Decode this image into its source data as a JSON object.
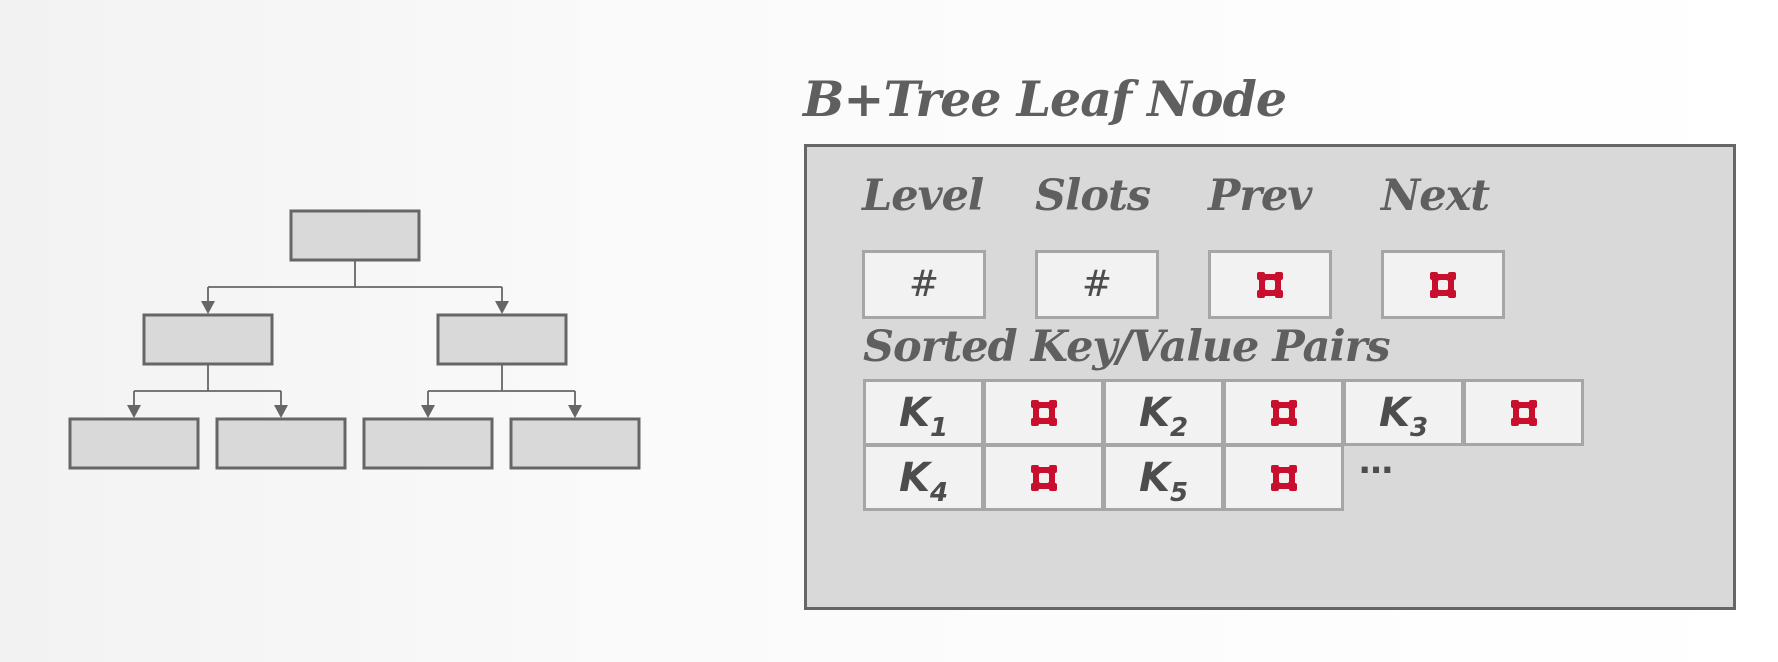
{
  "leaf_node": {
    "title": "B+Tree Leaf Node",
    "header_fields": [
      {
        "label": "Level",
        "value": "#",
        "type": "number"
      },
      {
        "label": "Slots",
        "value": "#",
        "type": "number"
      },
      {
        "label": "Prev",
        "value": "",
        "type": "pointer"
      },
      {
        "label": "Next",
        "value": "",
        "type": "pointer"
      }
    ],
    "pairs_label": "Sorted Key/Value Pairs",
    "pairs": [
      {
        "key": "K",
        "sub": "1"
      },
      {
        "key": "K",
        "sub": "2"
      },
      {
        "key": "K",
        "sub": "3"
      },
      {
        "key": "K",
        "sub": "4"
      },
      {
        "key": "K",
        "sub": "5"
      }
    ],
    "ellipsis": "…"
  },
  "tree": {
    "levels": [
      1,
      2,
      4
    ]
  },
  "colors": {
    "pointer": "#c8102e",
    "tree_box_fill": "#d9d9d9",
    "panel_fill": "#d9d9d9",
    "cell_fill": "#f2f2f2",
    "text": "#5f5f5f",
    "outline": "#666666"
  },
  "icons": {
    "pointer": "pointer-icon"
  }
}
